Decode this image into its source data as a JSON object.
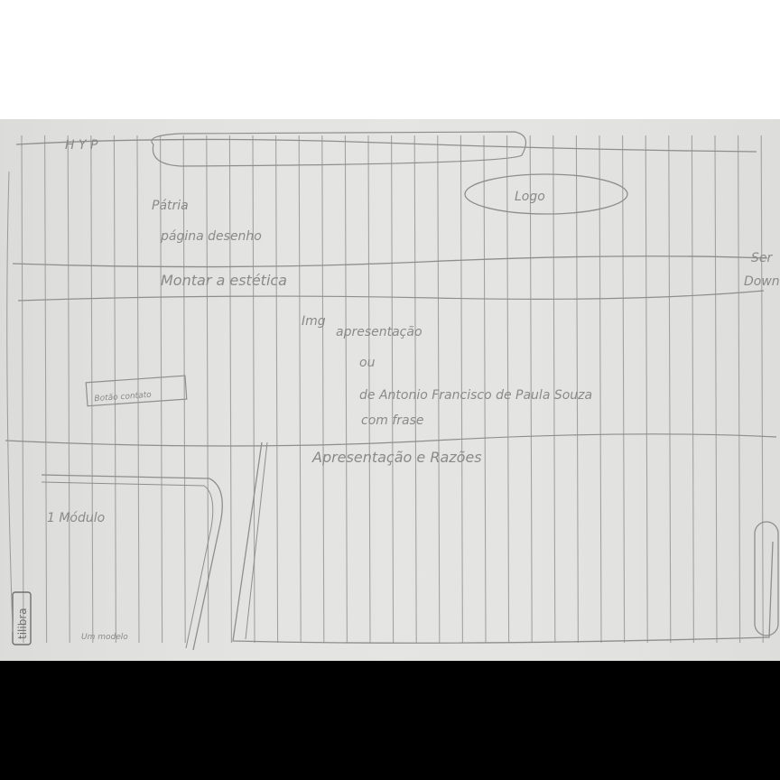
{
  "sketch": {
    "header_corner": "H Y P",
    "logo_text": "Logo",
    "brand_line": "Pátria",
    "tagline": "página desenho",
    "menu_text": "Montar a estética",
    "image_caption": "Img",
    "image_lines": [
      "apresentação",
      "ou",
      "de Antonio Francisco de Paula Souza",
      "com frase"
    ],
    "side_button": "Botão contato",
    "section_title": "Apresentação e Razões",
    "module_label": "1 Módulo",
    "module_footer": "Um modelo",
    "right_edge_top": "Ser",
    "right_edge_bottom": "Down",
    "brand_stamp": "tilibra"
  },
  "colors": {
    "paper": "#e4e4e2",
    "line": "#9a9a9a",
    "pencil": "#8a8a8a",
    "background": "#ffffff",
    "bottom_bar": "#000000"
  }
}
